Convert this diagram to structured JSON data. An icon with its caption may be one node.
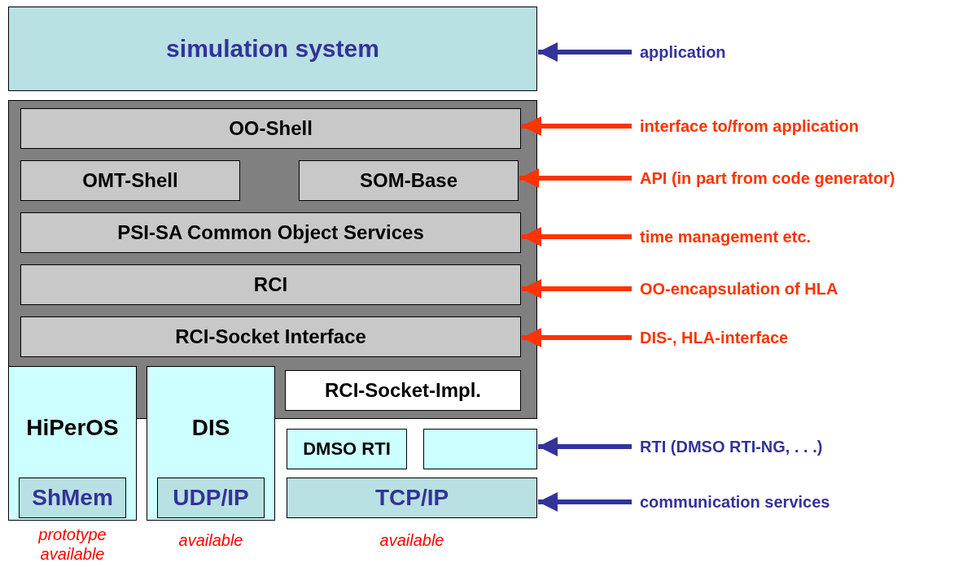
{
  "diagram": {
    "nodes": [
      {
        "text": [
          "simulation system"
        ]
      },
      {
        "text": [],
        "shape": "box"
      },
      {
        "text": [
          "OO-Shell"
        ],
        "in": 1
      },
      {
        "text": [
          "OMT-Shell"
        ],
        "in": 1
      },
      {
        "text": [
          "SOM-Base"
        ],
        "in": 1
      },
      {
        "text": [
          "PSI-SA Common Object Services"
        ],
        "in": 1
      },
      {
        "text": [
          "RCI"
        ],
        "in": 1
      },
      {
        "text": [
          "RCI-Socket Interface"
        ],
        "in": 1
      },
      {
        "text": [
          "HiPerOS"
        ],
        "beside": [
          "prototype available"
        ]
      },
      {
        "text": [
          "ShMem"
        ],
        "in": 8
      },
      {
        "text": [
          "DIS"
        ],
        "beside": [
          "available"
        ]
      },
      {
        "text": [
          "UDP/IP"
        ],
        "in": 10
      },
      {
        "text": [
          "RCI-Socket-Impl."
        ],
        "in": 1
      },
      {
        "text": [
          "DMSO RTI"
        ]
      },
      {
        "text": [],
        "shape": "box"
      },
      {
        "text": [
          "TCP/IP"
        ],
        "beside": [
          "available"
        ]
      },
      {
        "text": [
          "application"
        ]
      },
      {
        "text": [
          "interface to/from application"
        ]
      },
      {
        "text": [
          "API (in part from code generator)"
        ]
      },
      {
        "text": [
          "time management etc."
        ]
      },
      {
        "text": [
          "OO-encapsulation of HLA"
        ]
      },
      {
        "text": [
          "DIS-, HLA-interface"
        ]
      },
      {
        "text": [
          "RTI (DMSO RTI-NG, . . .)"
        ]
      },
      {
        "text": [
          "communication services"
        ]
      }
    ],
    "edges": [
      {
        "from": 16,
        "to": 0,
        "arrow": "to",
        "color": "#333399"
      },
      {
        "from": 17,
        "to": 2,
        "arrow": "to"
      },
      {
        "from": 18,
        "to": 4,
        "arrow": "to"
      },
      {
        "from": 19,
        "to": 5,
        "arrow": "to"
      },
      {
        "from": 20,
        "to": 6,
        "arrow": "to"
      },
      {
        "from": 21,
        "to": 7,
        "arrow": "to"
      },
      {
        "from": 22,
        "to": 14,
        "arrow": "to",
        "color": "#333399"
      },
      {
        "from": 23,
        "to": 15,
        "arrow": "to",
        "color": "#333399"
      }
    ]
  }
}
